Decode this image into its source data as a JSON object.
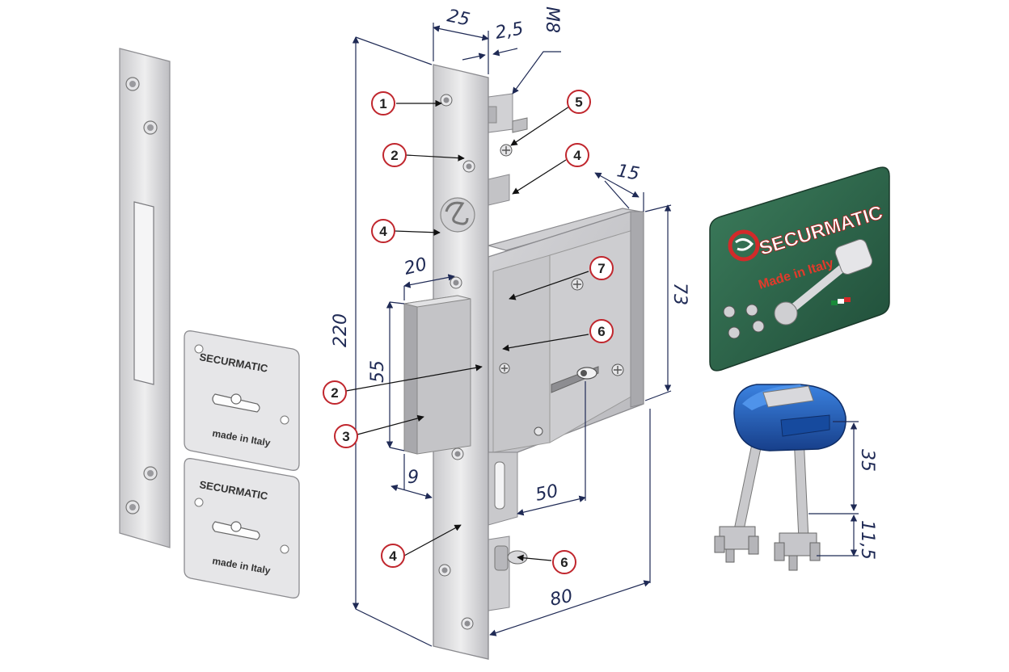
{
  "dimensions": {
    "d25": "25",
    "d2_5": "2,5",
    "m8": "M8",
    "d15": "15",
    "d73": "73",
    "d220": "220",
    "d20": "20",
    "d55": "55",
    "d9": "9",
    "d50": "50",
    "d80": "80",
    "d35": "35",
    "d11_5": "11,5"
  },
  "callouts": {
    "c1": "1",
    "c2a": "2",
    "c4a": "4",
    "c5": "5",
    "c4b": "4",
    "c7": "7",
    "c6a": "6",
    "c2b": "2",
    "c3": "3",
    "c4c": "4",
    "c6b": "6"
  },
  "plates": {
    "brand": "SECURMATIC",
    "made_in": "made in Italy"
  },
  "card": {
    "brand": "SECURMATIC",
    "made_in": "Made in Italy"
  },
  "colors": {
    "dimension_text": "#1f2a55",
    "callout_ring": "#c0262d",
    "card_green": "#2f6a4e",
    "key_head_blue": "#1e5fbf",
    "steel": "#d9d9dc"
  }
}
